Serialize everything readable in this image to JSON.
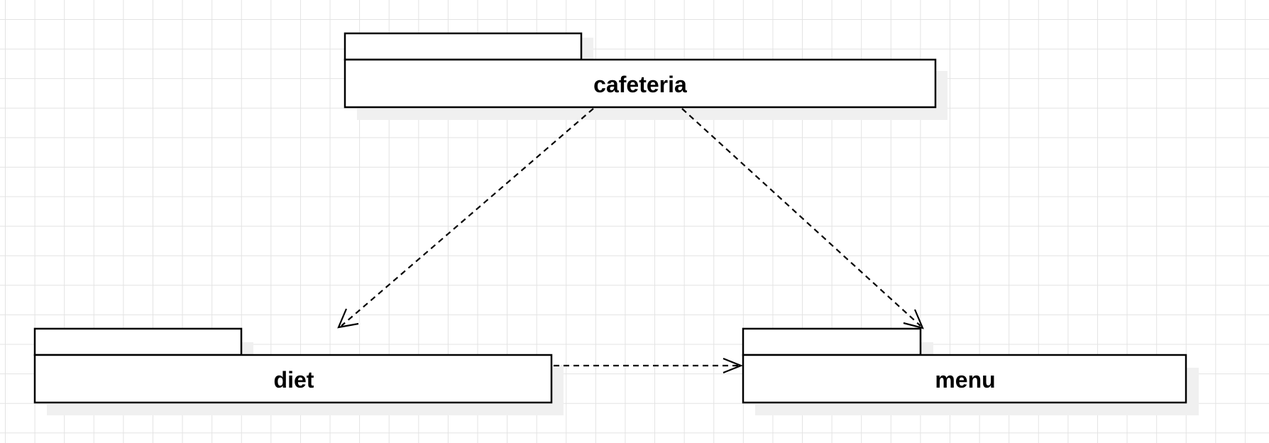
{
  "diagram": {
    "type": "uml-package-diagram",
    "packages": [
      {
        "id": "cafeteria",
        "name": "cafeteria"
      },
      {
        "id": "diet",
        "name": "diet"
      },
      {
        "id": "menu",
        "name": "menu"
      }
    ],
    "dependencies": [
      {
        "from": "cafeteria",
        "to": "diet",
        "style": "dashed",
        "arrow": "open"
      },
      {
        "from": "cafeteria",
        "to": "menu",
        "style": "dashed",
        "arrow": "open"
      },
      {
        "from": "diet",
        "to": "menu",
        "style": "dashed",
        "arrow": "open"
      }
    ],
    "colors": {
      "stroke": "#000000",
      "fill": "#ffffff",
      "shadow": "#f0f0f0",
      "grid": "#e3e3e3"
    }
  }
}
